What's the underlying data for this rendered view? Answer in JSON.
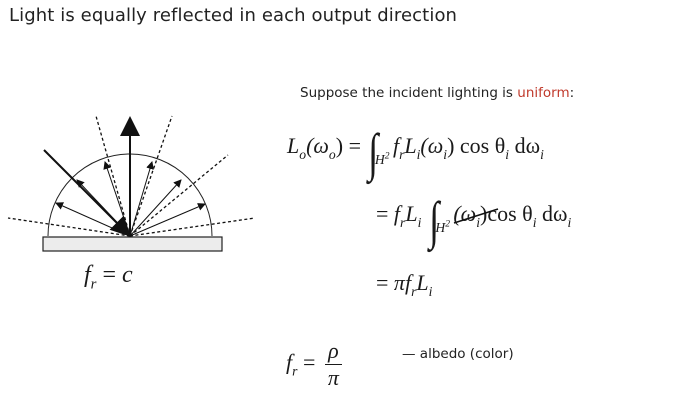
{
  "slide": {
    "title": "Light is equally reflected in each output direction",
    "intro_prefix": "Suppose the incident lighting is ",
    "intro_highlight": "uniform",
    "intro_suffix": ":",
    "highlight_color": "#c0392b",
    "diagram_caption": {
      "lhs": "f",
      "lhs_sub": "r",
      "eq": " = ",
      "rhs": "c"
    },
    "equations": {
      "line1": {
        "lhs": "L",
        "lhs_sub": "o",
        "arg": "(ω",
        "arg_sub": "o",
        "arg_close": ")",
        "eq": " = ",
        "domain": "H",
        "domain_sup": "2",
        "body": "f",
        "body_sub": "r",
        "body2": "L",
        "body2_sub": "i",
        "body3": "(ω",
        "body3_sub": "i",
        "body4": ") cos θ",
        "body4_sub": "i",
        "body5": " dω",
        "body5_sub": "i"
      },
      "line2": {
        "eq": "= ",
        "pre": "f",
        "pre_sub": "r",
        "pre2": "L",
        "pre2_sub": "i",
        "domain": "H",
        "domain_sup": "2",
        "struck": "(ω",
        "struck_sub": "i",
        "struck_close": ")",
        "post": "cos θ",
        "post_sub": "i",
        "post2": " dω",
        "post2_sub": "i"
      },
      "line3": {
        "eq": "= ",
        "pi": "π",
        "a": "f",
        "a_sub": "r",
        "b": "L",
        "b_sub": "i"
      },
      "albedo": {
        "lhs": "f",
        "lhs_sub": "r",
        "eq": " = ",
        "num": "ρ",
        "den": "π"
      }
    },
    "albedo_note": "— albedo (color)"
  }
}
